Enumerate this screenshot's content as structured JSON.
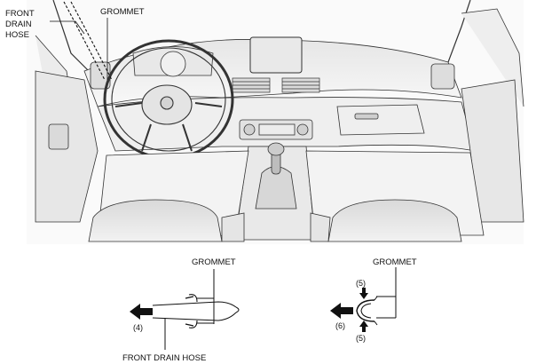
{
  "labels": {
    "front_drain_hose_line1": "FRONT",
    "front_drain_hose_line2": "DRAIN",
    "front_drain_hose_line3": "HOSE",
    "grommet_top": "GROMMET",
    "grommet_left_detail": "GROMMET",
    "grommet_right_detail": "GROMMET",
    "front_drain_hose_bottom": "FRONT DRAIN HOSE",
    "step_4": "(4)",
    "step_5_top": "(5)",
    "step_5_bottom": "(5)",
    "step_6": "(6)"
  },
  "icons": {
    "pull_arrow": "arrow-left-icon",
    "push_arrow": "arrow-down-icon"
  },
  "colors": {
    "line": "#111111",
    "interior_fill": "#f4f4f4",
    "interior_shade": "#cfcfcf",
    "arrow_fill": "#111111"
  }
}
